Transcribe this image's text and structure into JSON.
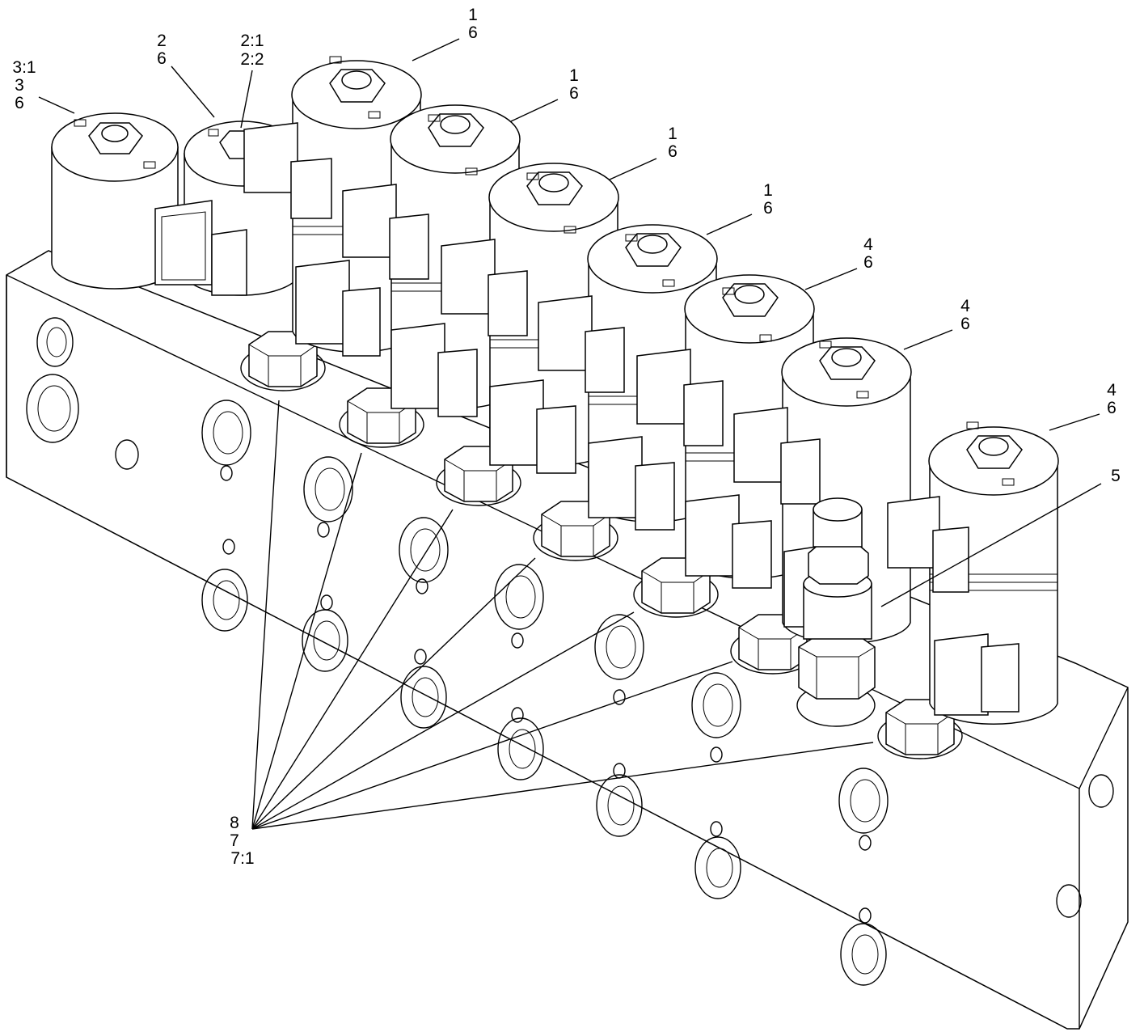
{
  "callouts": [
    {
      "id": "valve-3",
      "lines": [
        "3:1",
        "3",
        "6"
      ]
    },
    {
      "id": "valve-2",
      "lines": [
        "2",
        "6"
      ]
    },
    {
      "id": "valve-2-parts",
      "lines": [
        "2:1",
        "2:2"
      ]
    },
    {
      "id": "valve-1a",
      "lines": [
        "1",
        "6"
      ]
    },
    {
      "id": "valve-1b",
      "lines": [
        "1",
        "6"
      ]
    },
    {
      "id": "valve-1c",
      "lines": [
        "1",
        "6"
      ]
    },
    {
      "id": "valve-1d",
      "lines": [
        "1",
        "6"
      ]
    },
    {
      "id": "valve-4a",
      "lines": [
        "4",
        "6"
      ]
    },
    {
      "id": "valve-4b",
      "lines": [
        "4",
        "6"
      ]
    },
    {
      "id": "valve-4c",
      "lines": [
        "4",
        "6"
      ]
    },
    {
      "id": "fitting-5",
      "lines": [
        "5"
      ]
    },
    {
      "id": "plugs",
      "lines": [
        "8",
        "7",
        "7:1"
      ]
    }
  ]
}
